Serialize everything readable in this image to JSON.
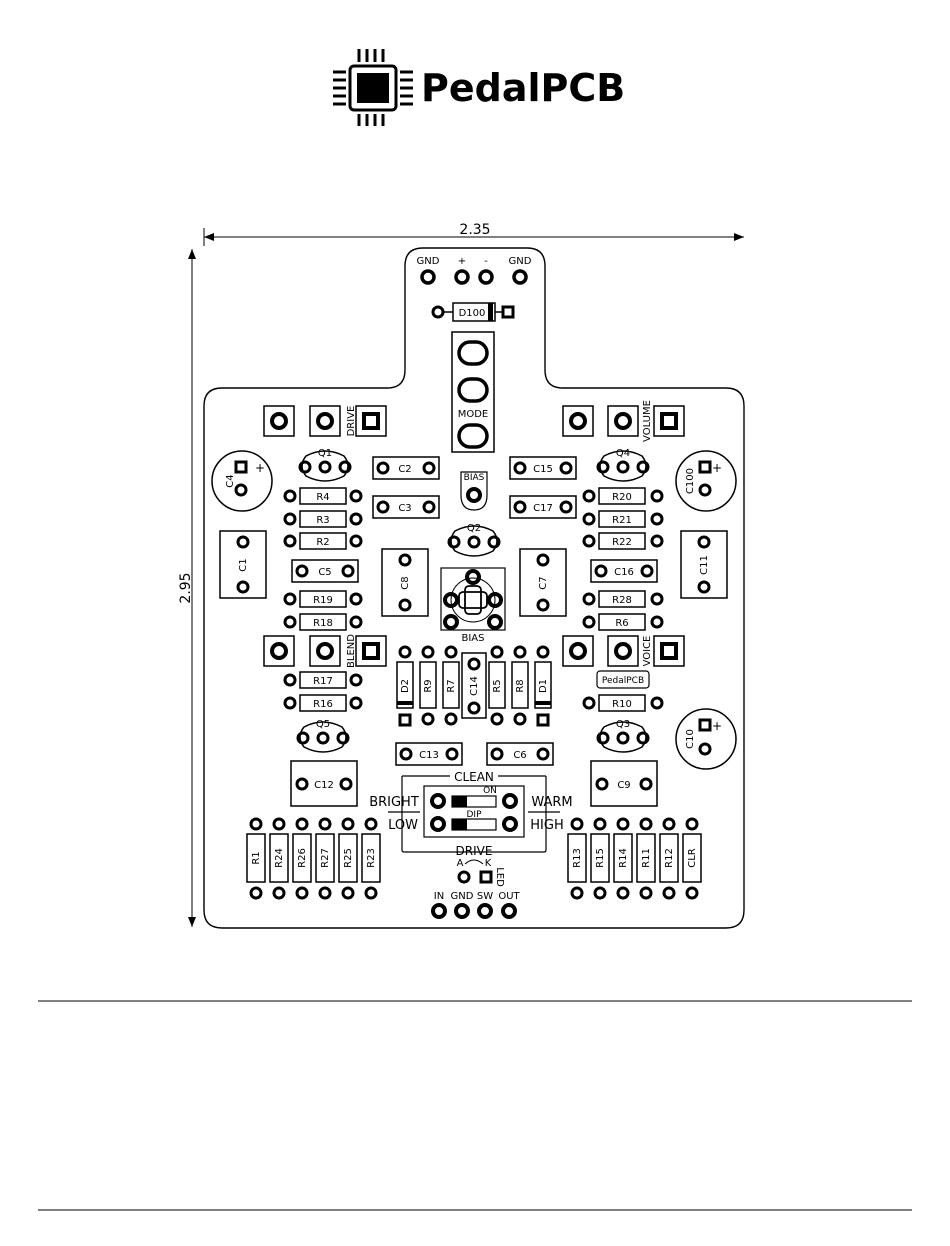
{
  "brand": {
    "name": "PedalPCB"
  },
  "dimensions": {
    "width": "2.35",
    "height": "2.95"
  },
  "power_pads": [
    "GND",
    "+",
    "-",
    "GND"
  ],
  "io_pads": [
    "IN",
    "GND",
    "SW",
    "OUT"
  ],
  "pots": {
    "drive": "DRIVE",
    "volume": "VOLUME",
    "blend": "BLEND",
    "voice": "VOICE",
    "mode": "MODE",
    "bias_trim_top": "BIAS",
    "bias_trim": "BIAS"
  },
  "switch": {
    "clean": "CLEAN",
    "drive": "DRIVE",
    "bright": "BRIGHT",
    "low": "LOW",
    "warm": "WARM",
    "high": "HIGH",
    "on": "ON",
    "dip": "DIP"
  },
  "led": {
    "label": "LED",
    "anode": "A",
    "cathode": "K"
  },
  "components": {
    "d100": "D100",
    "c2": "C2",
    "c3": "C3",
    "c15": "C15",
    "c17": "C17",
    "c4": "C4",
    "c100": "C100",
    "c10": "C10",
    "q1": "Q1",
    "q2": "Q2",
    "q3": "Q3",
    "q4": "Q4",
    "q5": "Q5",
    "r4": "R4",
    "r3": "R3",
    "r2": "R2",
    "r20": "R20",
    "r21": "R21",
    "r22": "R22",
    "c1": "C1",
    "c11": "C11",
    "c5": "C5",
    "c16": "C16",
    "c8": "C8",
    "c7": "C7",
    "r19": "R19",
    "r18": "R18",
    "r28": "R28",
    "r6": "R6",
    "r17": "R17",
    "r16": "R16",
    "r10": "R10",
    "pedalpcb_tag": "PedalPCB",
    "d2": "D2",
    "r9": "R9",
    "r7": "R7",
    "c14": "C14",
    "r5": "R5",
    "r8": "R8",
    "d1": "D1",
    "c13": "C13",
    "c6": "C6",
    "c12": "C12",
    "c9": "C9",
    "r1": "R1",
    "r24": "R24",
    "r26": "R26",
    "r27": "R27",
    "r25": "R25",
    "r23": "R23",
    "r13": "R13",
    "r15": "R15",
    "r14": "R14",
    "r11": "R11",
    "r12": "R12",
    "clr": "CLR"
  }
}
